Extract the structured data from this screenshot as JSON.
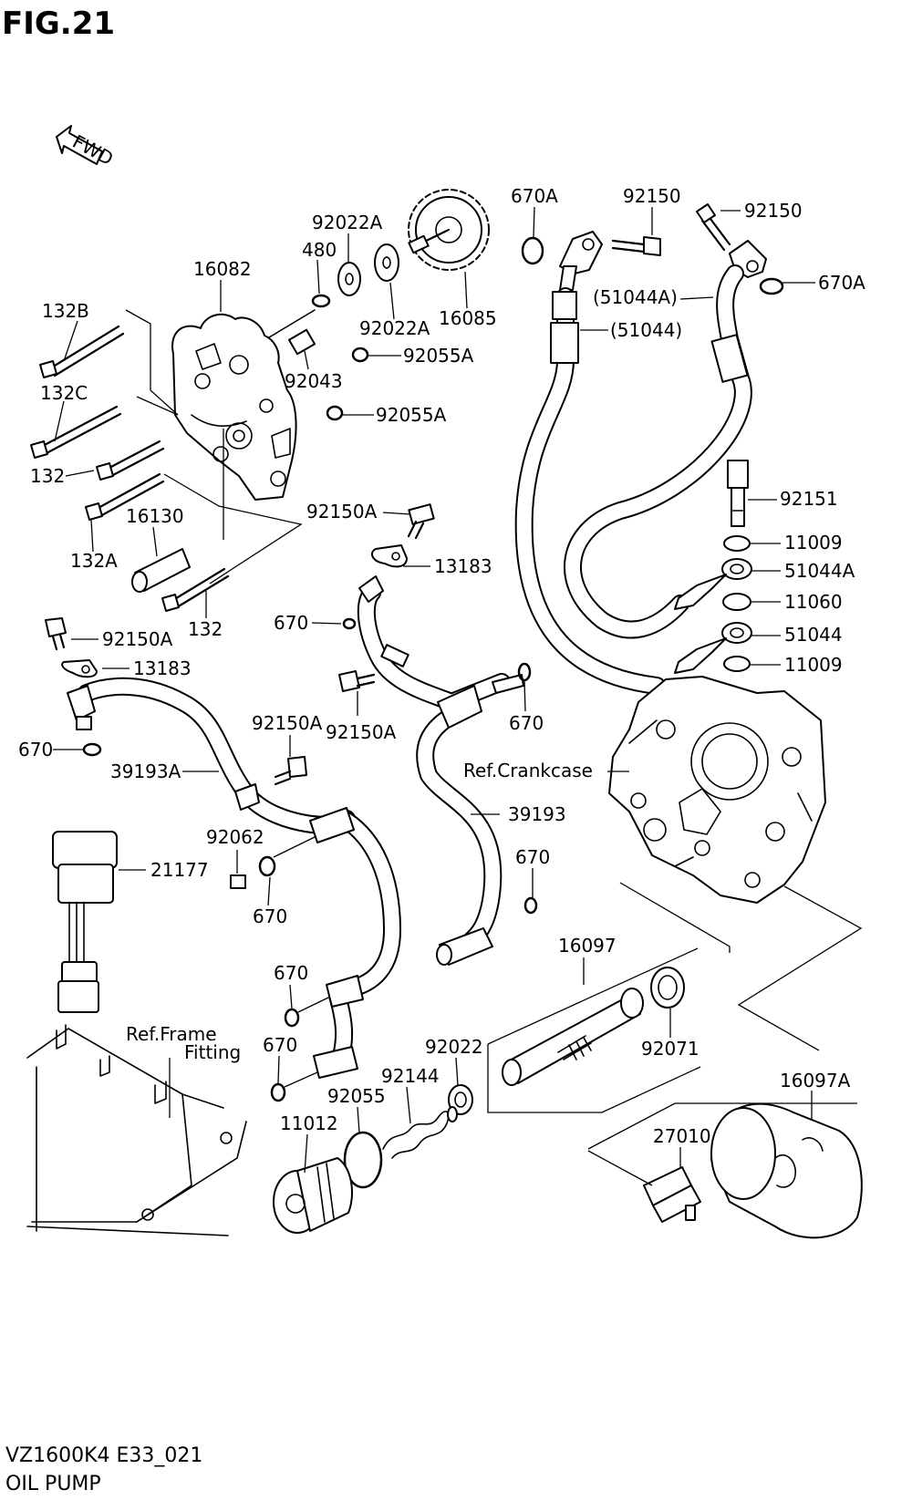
{
  "figure": {
    "title": "FIG.21",
    "code": "VZ1600K4 E33_021",
    "name": "OIL PUMP",
    "fwd_arrow": "FWD"
  },
  "refs": {
    "crankcase": "Ref.Crankcase",
    "frame_line1": "Ref.Frame",
    "frame_line2": "Fitting"
  },
  "parts": {
    "p_132b": "132B",
    "p_132c": "132C",
    "p_132_a": "132",
    "p_132a": "132A",
    "p_132_b": "132",
    "p_16082": "16082",
    "p_480": "480",
    "p_92022a_top": "92022A",
    "p_92022a_bot": "92022A",
    "p_16085": "16085",
    "p_92043": "92043",
    "p_92055a_1": "92055A",
    "p_92055a_2": "92055A",
    "p_16130": "16130",
    "p_670a_top": "670A",
    "p_92150_mid": "92150",
    "p_92150_right": "92150",
    "p_670a_right": "670A",
    "p_51044a_paren": "(51044A)",
    "p_51044_paren": "(51044)",
    "p_92151": "92151",
    "p_11009_top": "11009",
    "p_51044a": "51044A",
    "p_11060": "11060",
    "p_51044": "51044",
    "p_11009_bot": "11009",
    "p_92150a_mid": "92150A",
    "p_13183_mid": "13183",
    "p_670_mid": "670",
    "p_92150a_stem": "92150A",
    "p_670_right": "670",
    "p_92150a_left": "92150A",
    "p_13183_left": "13183",
    "p_670_left": "670",
    "p_39193a": "39193A",
    "p_92150a_lower": "92150A",
    "p_39193": "39193",
    "p_92062": "92062",
    "p_21177": "21177",
    "p_670_a": "670",
    "p_670_b": "670",
    "p_670_c": "670",
    "p_670_d": "670",
    "p_16097": "16097",
    "p_92071": "92071",
    "p_92022": "92022",
    "p_92144": "92144",
    "p_92055": "92055",
    "p_11012": "11012",
    "p_16097a": "16097A",
    "p_27010": "27010"
  }
}
